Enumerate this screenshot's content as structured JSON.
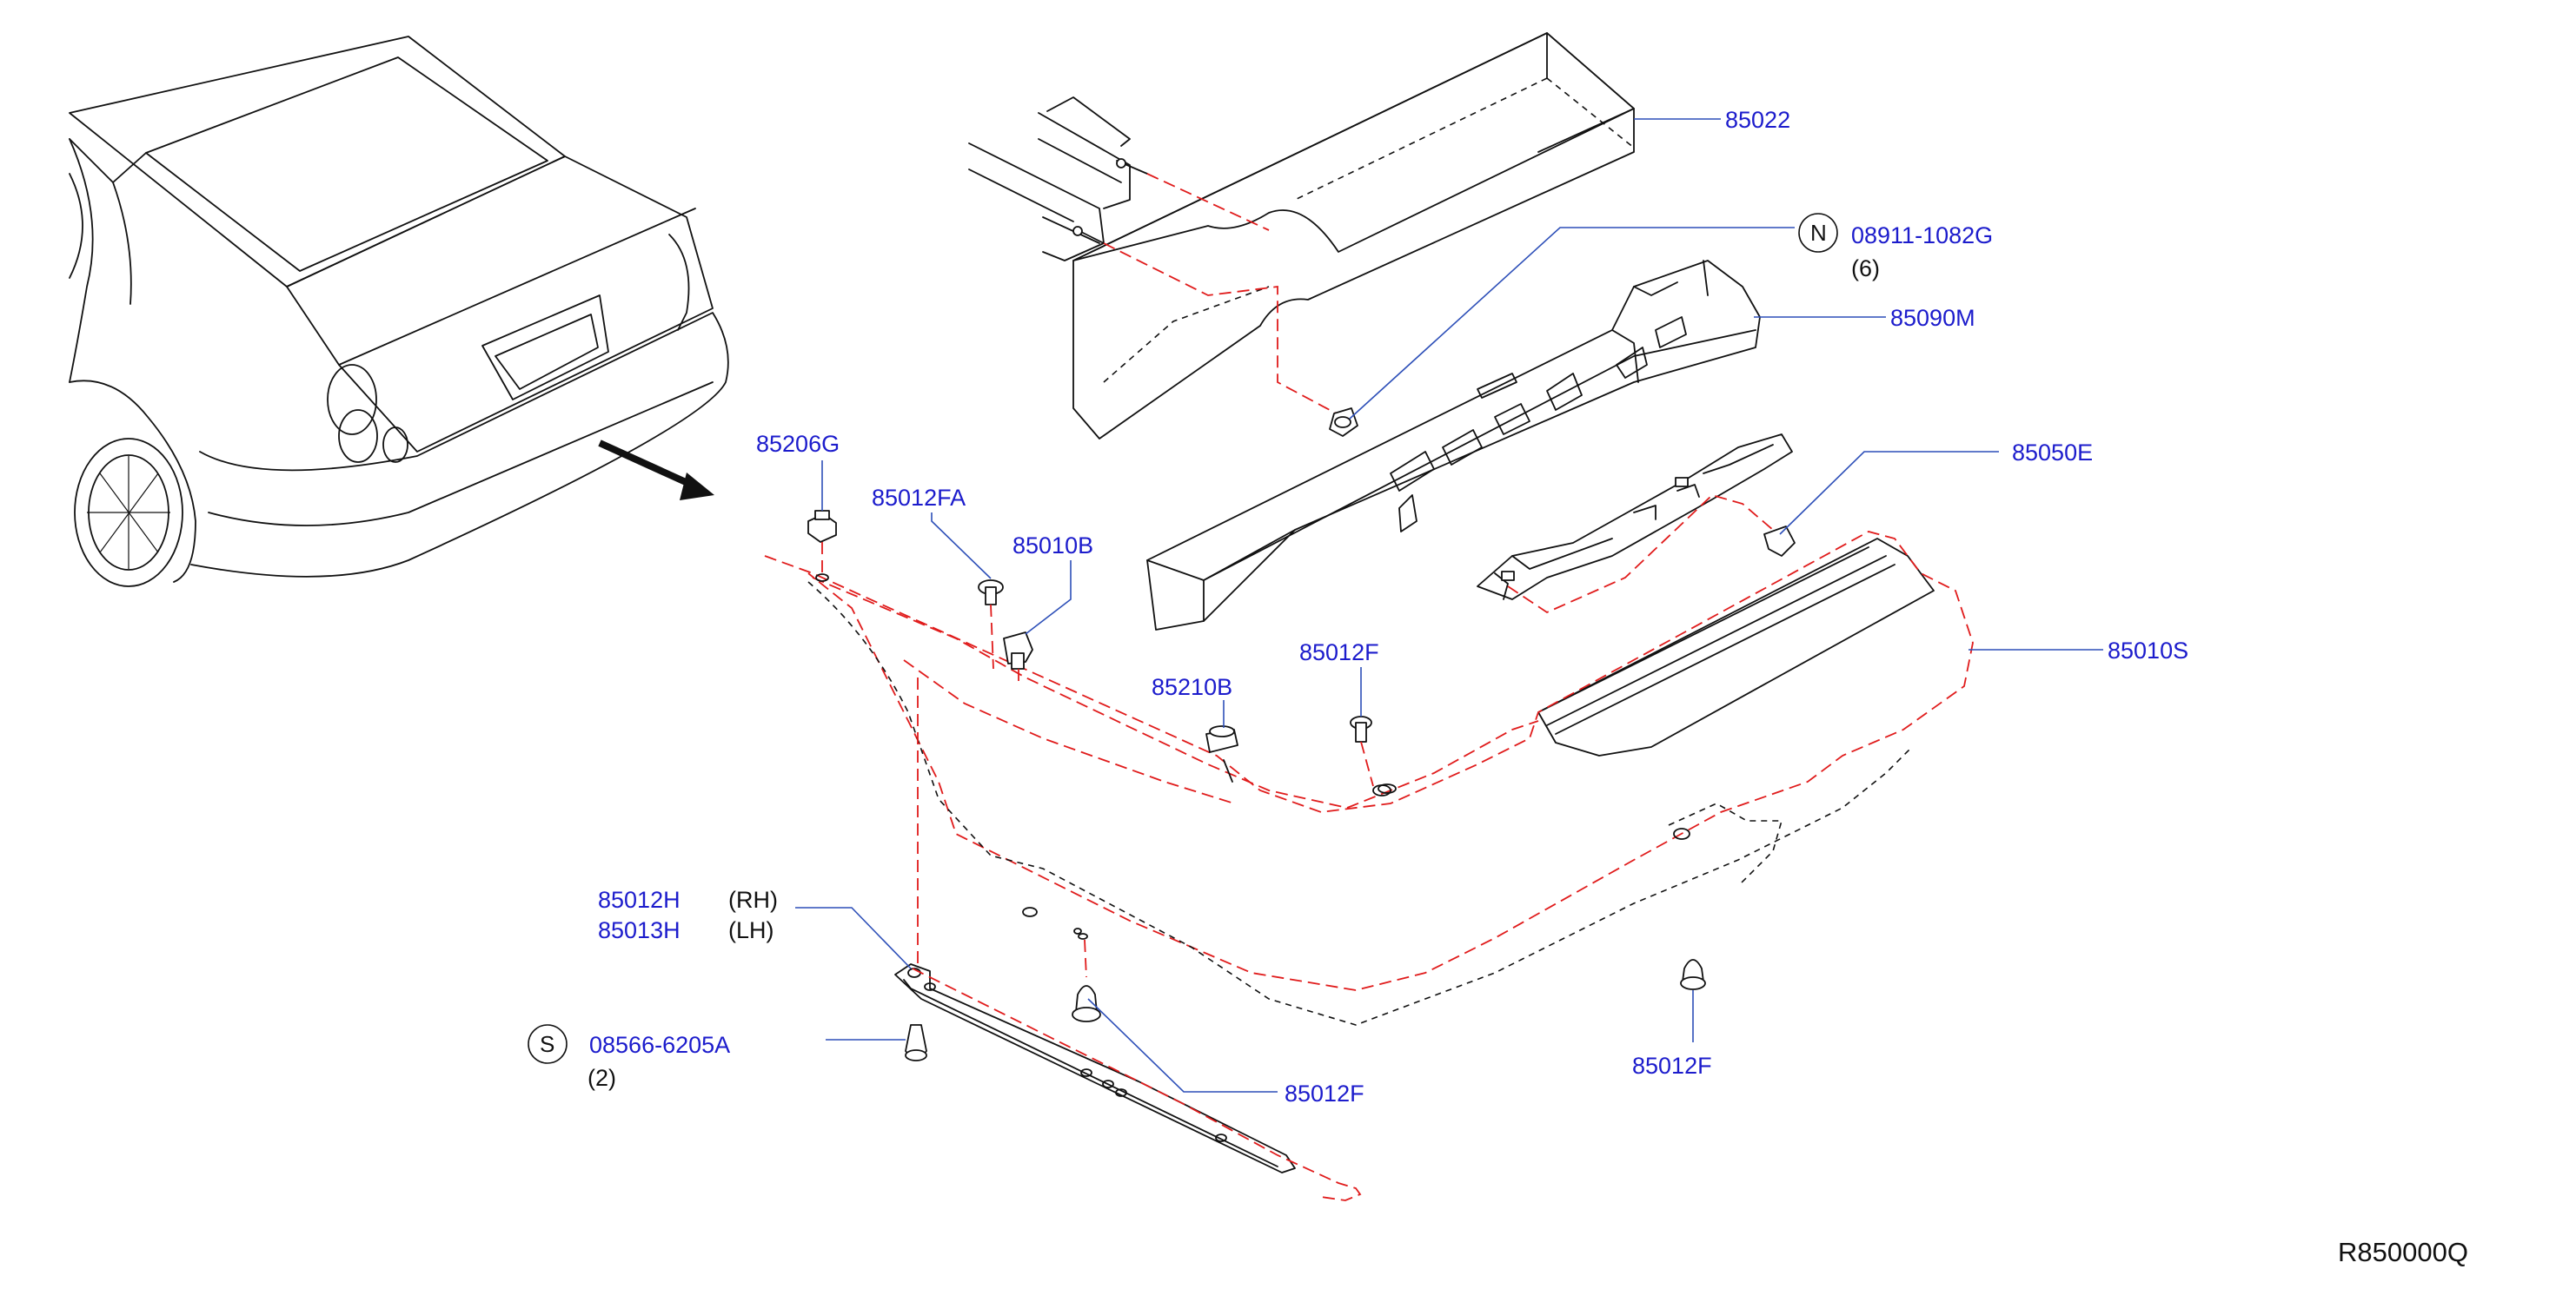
{
  "parts": {
    "p85022": "85022",
    "p08911": "08911-1082G",
    "p08911_qty": "(6)",
    "p08911_prefix": "N",
    "p85090M": "85090M",
    "p85050E": "85050E",
    "p85010S": "85010S",
    "p85206G": "85206G",
    "p85012FA": "85012FA",
    "p85010B": "85010B",
    "p85210B": "85210B",
    "p85012F_top": "85012F",
    "p85012H": "85012H",
    "p85012H_side": "(RH)",
    "p85013H": "85013H",
    "p85013H_side": "(LH)",
    "p08566": "08566-6205A",
    "p08566_qty": "(2)",
    "p08566_prefix": "S",
    "p85012F_mid": "85012F",
    "p85012F_right": "85012F"
  },
  "reference_code": "R850000Q",
  "colors": {
    "label": "#1c1ccc",
    "leader": "#2d4fb8",
    "phantom": "#e01b1b",
    "ink": "#111111"
  }
}
